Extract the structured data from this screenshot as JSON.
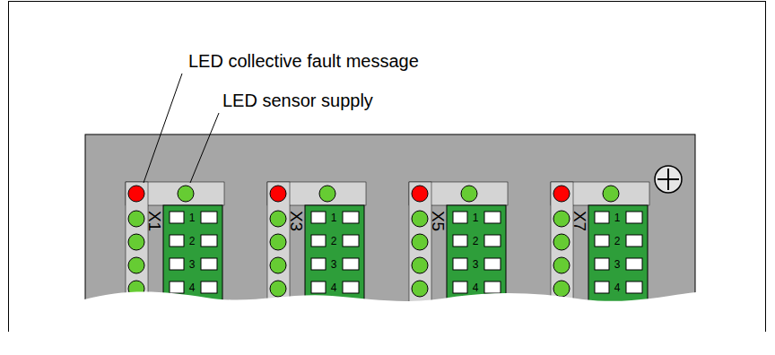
{
  "diagram": {
    "labels": [
      "LED collective fault message",
      "LED sensor supply",
      "X1",
      "1",
      "2",
      "3",
      "4",
      "X3",
      "1",
      "2",
      "3",
      "4",
      "X5",
      "1",
      "2",
      "3",
      "4",
      "X7",
      "1",
      "2",
      "3",
      "4"
    ]
  }
}
